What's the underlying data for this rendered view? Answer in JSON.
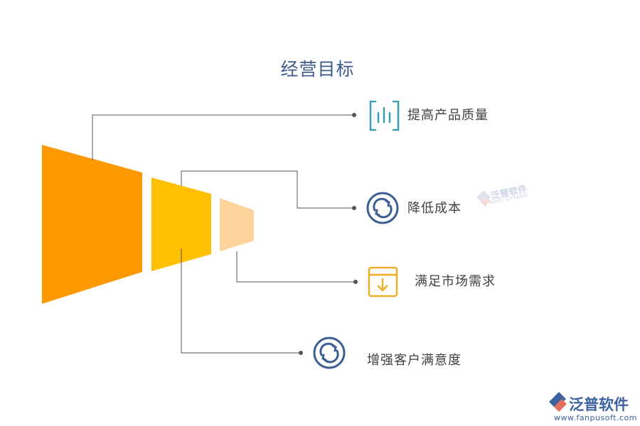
{
  "title": "经营目标",
  "goals": [
    {
      "label": "提高产品质量",
      "icon": "bar-chart-icon",
      "color": "#3a9fb5"
    },
    {
      "label": "降低成本",
      "icon": "refresh-icon",
      "color": "#3d5f93"
    },
    {
      "label": "满足市场需求",
      "icon": "download-box-icon",
      "color": "#f0ad27"
    },
    {
      "label": "增强客户满意度",
      "icon": "refresh-icon",
      "color": "#3d5f93"
    }
  ],
  "funnel_colors": [
    "#ff9900",
    "#ffc000",
    "#fdd49c"
  ],
  "line_color": "#555555",
  "watermark": {
    "brand": "泛普软件",
    "sub": "FANPU SOFTWARE",
    "url": "www.fanpusoft.com",
    "color": "#3d62a0"
  }
}
